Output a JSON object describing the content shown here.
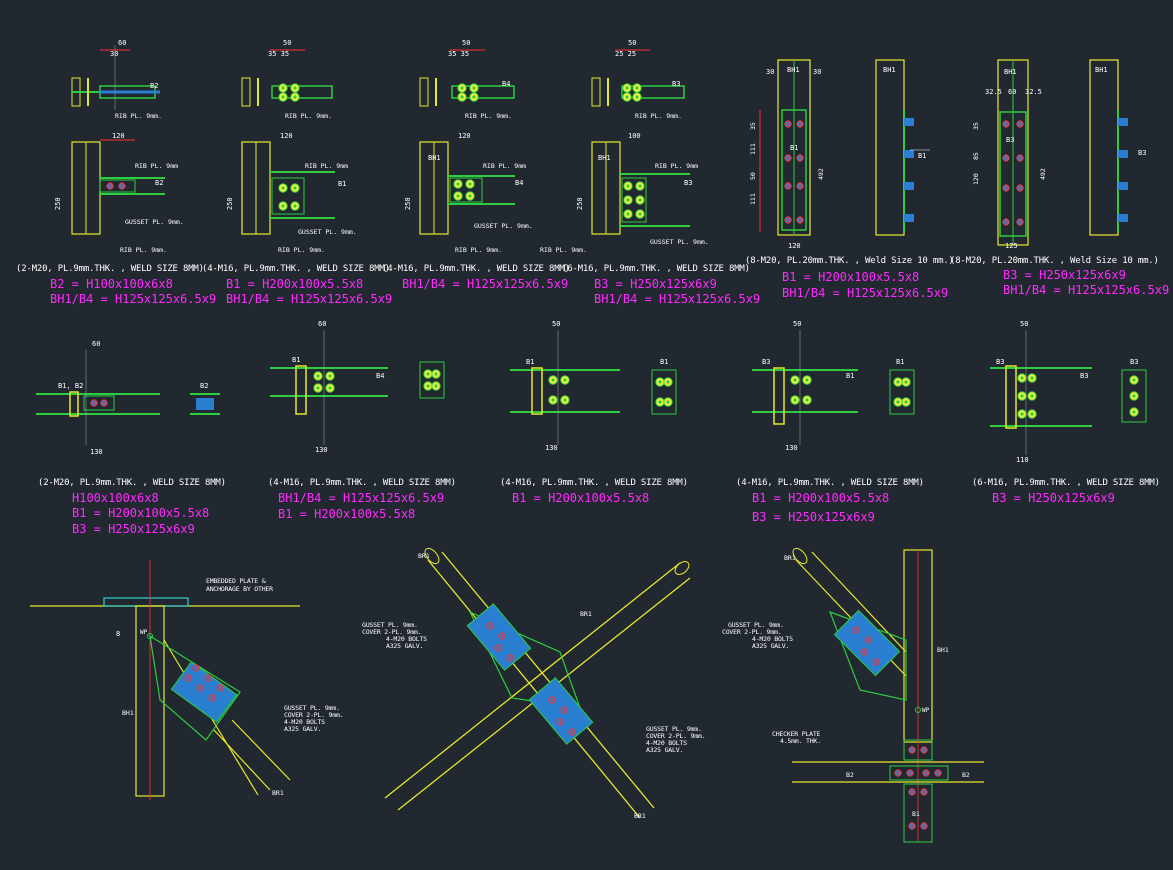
{
  "colors": {
    "bg": "#212830",
    "steel": "#2ecc40",
    "yellow": "#e8e82a",
    "red": "#ff3030",
    "white": "#ffffff",
    "magenta": "#ff2bff",
    "cyan": "#30d0d0",
    "plate": "#2a7fd0",
    "bolt": "#f0f040"
  },
  "row1": {
    "captions": [
      "(2-M20, PL.9mm.THK. , WELD SIZE 8MM)",
      "(4-M16, PL.9mm.THK. , WELD SIZE 8MM)",
      "(4-M16, PL.9mm.THK. , WELD SIZE 8MM)",
      "(6-M16, PL.9mm.THK. , WELD SIZE 8MM)",
      "(8-M20, PL.20mm.THK. , Weld Size 10 mm.)",
      "(8-M20, PL.20mm.THK. , Weld Size 10 mm.)"
    ],
    "specs": [
      [
        "B2  = H100x100x6x8",
        "BH1/B4 = H125x125x6.5x9"
      ],
      [
        "B1  = H200x100x5.5x8",
        "BH1/B4 = H125x125x6.5x9"
      ],
      [
        "BH1/B4 = H125x125x6.5x9"
      ],
      [
        "B3  = H250x125x6x9",
        "BH1/B4 = H125x125x6.5x9"
      ],
      [
        "B1  = H200x100x5.5x8",
        "BH1/B4 = H125x125x6.5x9"
      ],
      [
        "B3  = H250x125x6x9",
        "BH1/B4 = H125x125x6.5x9"
      ]
    ]
  },
  "row2": {
    "captions": [
      "(2-M20, PL.9mm.THK. , WELD SIZE 8MM)",
      "(4-M16, PL.9mm.THK. , WELD SIZE 8MM)",
      "(4-M16, PL.9mm.THK. , WELD SIZE 8MM)",
      "(4-M16, PL.9mm.THK. , WELD SIZE 8MM)",
      "(6-M16, PL.9mm.THK. , WELD SIZE 8MM)"
    ],
    "specs": [
      [
        "H100x100x6x8",
        "B1  = H200x100x5.5x8",
        "B3  = H250x125x6x9"
      ],
      [
        "BH1/B4 = H125x125x6.5x9",
        "B1  = H200x100x5.5x8"
      ],
      [
        "B1  = H200x100x5.5x8"
      ],
      [
        "B1  = H200x100x5.5x8",
        "B3  = H250x125x6x9"
      ],
      [
        "B3  = H250x125x6x9"
      ]
    ]
  },
  "labels": {
    "rib": "RIB PL. 9mm.",
    "gusset": "GUSSET PL. 9mm.",
    "gusset_mm": "GUSSET PL. 9mm.",
    "embedded": [
      "EMBEDDED PLATE &",
      "ANCHORAGE BY OTHER"
    ],
    "brace_note": [
      "GUSSET PL. 9mm.",
      "COVER 2-PL. 9mm.",
      "4-M20 BOLTS",
      "A325 GALV."
    ],
    "checker": [
      "CHECKER PLATE",
      "4.5mm. THK."
    ],
    "wp": "WP",
    "bh1": "BH1",
    "br1": "BR1",
    "b1": "B1",
    "b2": "B2",
    "b3": "B3",
    "b4": "B4"
  }
}
